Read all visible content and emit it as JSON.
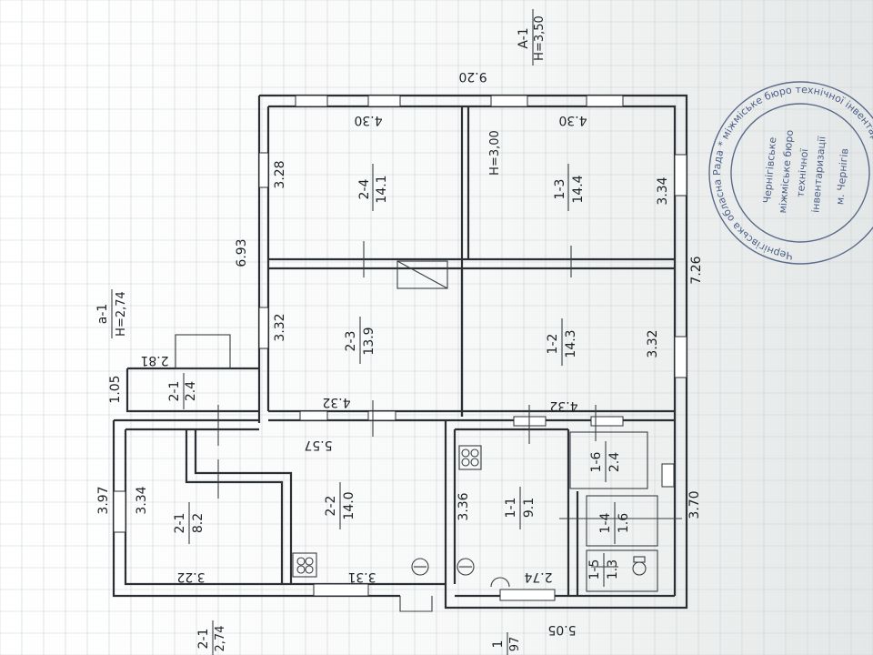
{
  "labels": {
    "width_top": "9.20",
    "sect_a1_name": "A-1",
    "sect_a1_h": "H=3,50",
    "r24_len": "4.30",
    "r24_w": "3.28",
    "r24_id": "2-4",
    "r24_area": "14.1",
    "r13_h": "H=3,00",
    "r13_len": "4.30",
    "r13_id": "1-3",
    "r13_area": "14.4",
    "r13_w": "3.34",
    "dim_693": "6.93",
    "dim_726": "7.26",
    "r23_w": "3.32",
    "r23_id": "2-3",
    "r23_area": "13.9",
    "r23_len": "4.32",
    "r12_id": "1-2",
    "r12_area": "14.3",
    "r12_w": "3.32",
    "r12_len": "4.32",
    "sect_a1b_name": "a-1",
    "sect_a1b_h": "H=2,74",
    "dim_281": "2.81",
    "dim_105": "1.05",
    "r21s_id": "2-1",
    "r21s_area": "2.4",
    "r16_id": "1-6",
    "r16_area": "2.4",
    "dim_557": "5.57",
    "dim_397": "3.97",
    "r21_w": "3.34",
    "r21_id": "2-1",
    "r21_area": "8.2",
    "r21_len": "3.22",
    "r22_id": "2-2",
    "r22_area": "14.0",
    "r22_len": "3.31",
    "r11_w": "3.36",
    "r11_id": "1-1",
    "r11_area": "9.1",
    "r11_len": "2.74",
    "r14_id": "1-4",
    "r14_area": "1.6",
    "dim_370": "3.70",
    "r15_id": "1-5",
    "r15_area": "1.3",
    "dim_505": "5.05",
    "bl_name": "2-1",
    "bl_h": "2,74",
    "bm_name": "1",
    "bm_h": "97"
  },
  "stamp": {
    "outer_text": "Чернігівська обласна Рада * міжміське бюро технічної інвентаризації",
    "inner_line1": "Чернігівське",
    "inner_line2": "міжміське бюро",
    "inner_line3": "технічної",
    "inner_line4": "інвентаризації",
    "city": "м. Чернігів"
  },
  "colors": {
    "ink": "#1d2226",
    "stamp": "#4d5f86",
    "paper": "#ffffff"
  }
}
